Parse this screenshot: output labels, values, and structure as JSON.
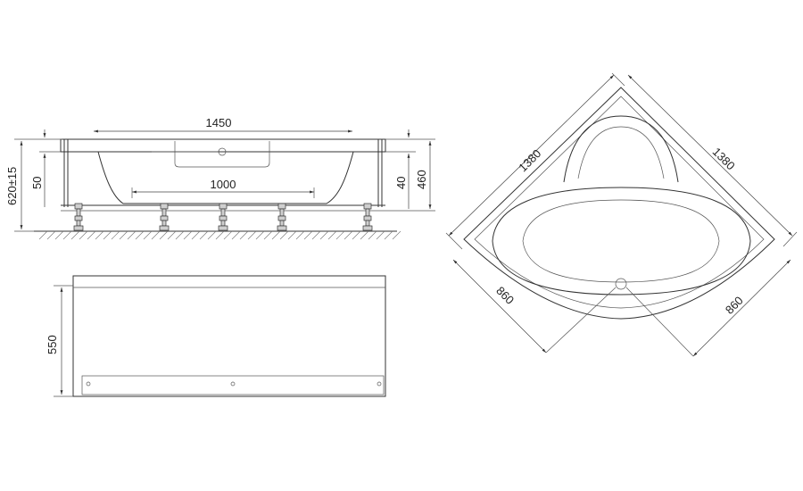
{
  "dimensions": {
    "overall_length": "1450",
    "leg_spacing": "1000",
    "total_height": "620±15",
    "rim_thickness": "50",
    "apron_offset": "40",
    "tub_depth": "460",
    "panel_height": "550",
    "side_left": "1380",
    "side_right": "1380",
    "inner_left": "860",
    "inner_right": "860"
  }
}
